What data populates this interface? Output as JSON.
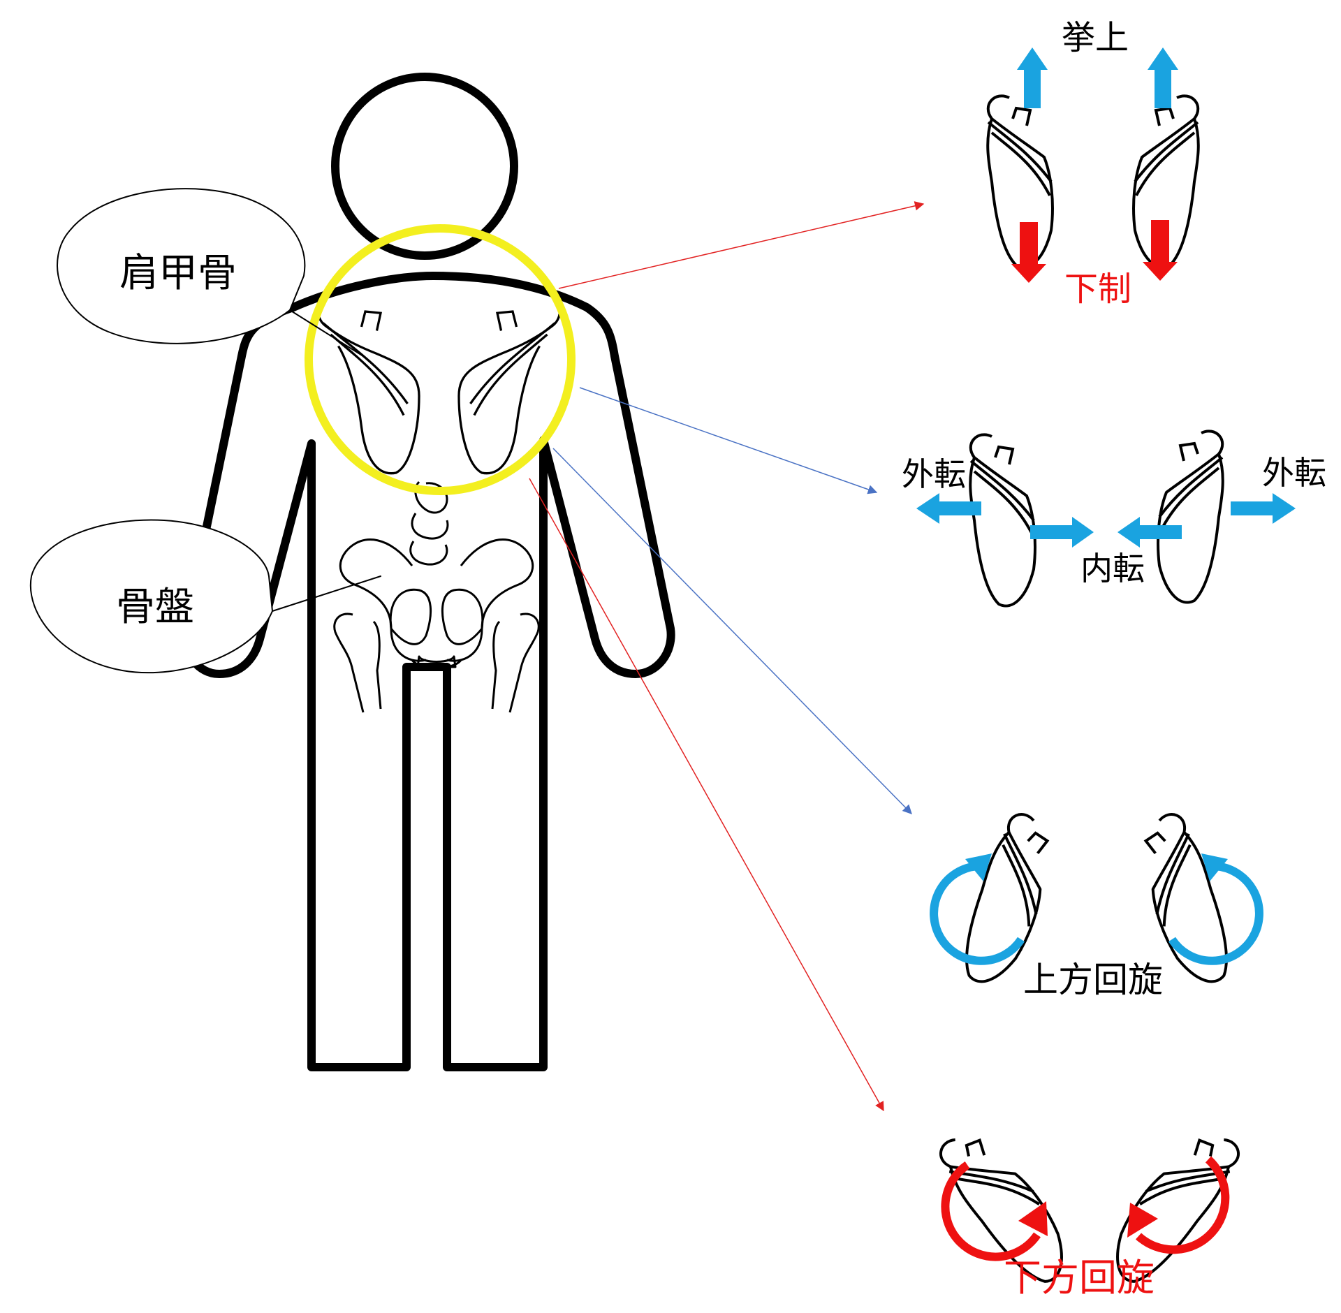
{
  "labels": {
    "scapula": "肩甲骨",
    "pelvis": "骨盤",
    "elevation": "挙上",
    "depression": "下制",
    "abduction_left": "外転",
    "abduction_right": "外転",
    "adduction": "内転",
    "upward_rotation": "上方回旋",
    "downward_rotation": "下方回旋"
  },
  "colors": {
    "outline": "#000000",
    "highlight": "#f3ef1f",
    "blue": "#1aa3e0",
    "red": "#ee1111",
    "connector_red": "#e22222",
    "connector_blue": "#4a72c4"
  }
}
